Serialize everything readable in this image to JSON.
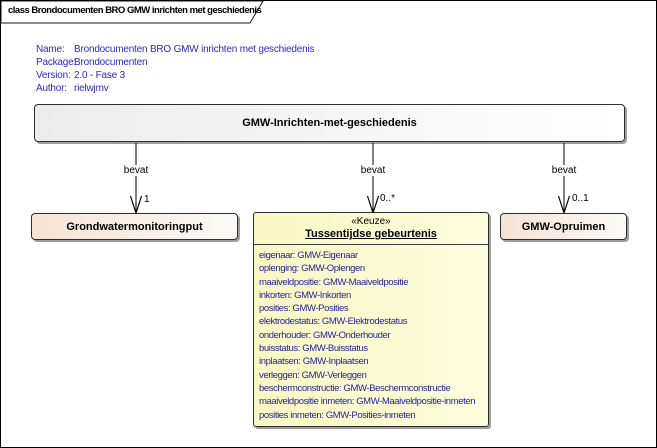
{
  "diagram": {
    "frame_label": "class Brondocumenten BRO GMW inrichten met geschiedenis",
    "properties": {
      "rows": [
        {
          "label": "Name:",
          "value": "Brondocumenten BRO GMW inrichten met geschiedenis"
        },
        {
          "label": "Package:",
          "value": "Brondocumenten"
        },
        {
          "label": "Version:",
          "value": "2.0 - Fase 3"
        },
        {
          "label": "Author:",
          "value": "rielwjmv"
        }
      ]
    },
    "root_class": {
      "name": "GMW-Inrichten-met-geschiedenis"
    },
    "connectors": [
      {
        "label": "bevat",
        "multiplicity": "1"
      },
      {
        "label": "bevat",
        "multiplicity": "0..*"
      },
      {
        "label": "bevat",
        "multiplicity": "0..1"
      }
    ],
    "classes": {
      "left": {
        "name": "Grondwatermonitoringput"
      },
      "middle": {
        "stereotype": "«Keuze»",
        "name": "Tussentijdse gebeurtenis",
        "attributes": [
          "eigenaar: GMW-Eigenaar",
          "oplenging: GMW-Oplengen",
          "maaiveldpositie: GMW-Maaiveldpositie",
          "inkorten: GMW-Inkorten",
          "posities: GMW-Posities",
          "elektrodestatus: GMW-Elektrodestatus",
          "onderhouder: GMW-Onderhouder",
          "buisstatus: GMW-Buisstatus",
          "inplaatsen: GMW-Inplaatsen",
          "verleggen: GMW-Verleggen",
          "beschermconstructie: GMW-Beschermconstructie",
          "maaiveldpositie inmeten: GMW-Maaiveldpositie-inmeten",
          "posities inmeten: GMW-Posities-inmeten"
        ]
      },
      "right": {
        "name": "GMW-Opruimen"
      }
    },
    "colors": {
      "keuze_fill": "#FAF7C4",
      "class_fill": "#F5E3D4",
      "root_fill": "#ECECEC",
      "property_text": "#2B2BC2",
      "attribute_text": "#24249B"
    }
  }
}
